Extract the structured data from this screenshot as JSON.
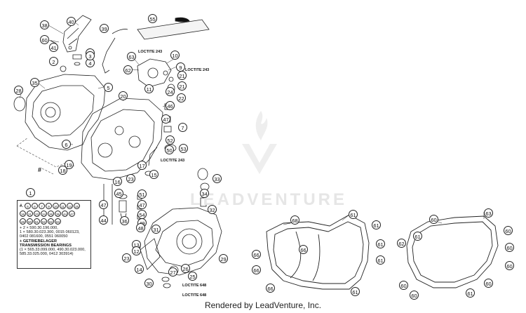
{
  "callouts": {
    "c39": "39",
    "c40": "40",
    "c60a": "60",
    "c41": "41",
    "c38": "38",
    "c55": "55",
    "c37": "37",
    "c3": "3",
    "c4": "4",
    "c2": "2",
    "c63": "63",
    "c10": "10",
    "c62": "62",
    "c9": "9",
    "c11": "11",
    "c24": "24",
    "c21": "21",
    "c28": "28",
    "c35": "35",
    "c5": "5",
    "c20": "20",
    "c22": "22",
    "c46": "46",
    "c47a": "47",
    "c7a": "7",
    "c50": "50",
    "c53": "53",
    "c6": "6",
    "c16": "16",
    "c19": "19",
    "c18": "18",
    "c17": "17",
    "c15": "15",
    "c23": "23",
    "c1": "1",
    "c33": "33",
    "c34": "34",
    "c32": "32",
    "c45": "45",
    "c51": "51",
    "c47b": "47",
    "c54": "54",
    "c44": "44",
    "c49": "49",
    "c48": "48",
    "c36": "36",
    "c31": "31",
    "c13": "13",
    "c12": "12",
    "c23b": "23",
    "c14": "14",
    "c27": "27",
    "c26": "26",
    "c25": "25",
    "c29": "29",
    "c30": "30",
    "c52": "52",
    "c68": "68",
    "c61a": "61",
    "c61b": "61",
    "c66a": "66",
    "c66b": "66",
    "c61c": "61",
    "c66c": "66",
    "c61d": "61",
    "c66d": "66",
    "c61e": "61",
    "c60b": "60",
    "c63b": "63",
    "c61f": "61",
    "c60c": "60",
    "c62b": "62",
    "c60d": "60",
    "c60e": "60",
    "c60f": "60",
    "c60g": "60",
    "c61g": "61",
    "c60h": "60"
  },
  "loctite": {
    "l1": "LOCTITE 243",
    "l2": "LOCTITE 243",
    "l3": "LOCTITE 243",
    "l4": "LOCTITE 648",
    "l5": "LOCTITE 648"
  },
  "legend": {
    "key": "1",
    "hash_prefix": "#.",
    "rows": [
      [
        "5",
        "6",
        "7",
        "9",
        "10",
        "11",
        "13",
        "15"
      ],
      [
        "16",
        "21",
        "23",
        "24",
        "26",
        "35",
        "44",
        "47"
      ],
      [
        "48",
        "50",
        "51",
        "52",
        "62",
        "63"
      ]
    ],
    "plus_lines": [
      "+ 2 × 590.30.196.000,",
      "1 × 580.30.023.300, 0015 060123,",
      "0402 081600, 0551 060050",
      "+ GETRIEBELAGER",
      "TRANSMISSION BEARINGS",
      "(1 × 565.33.099.000, 490.30.023.000,",
      "585.33.025.000, 0412 303914)"
    ]
  },
  "hash_marks": {
    "h1": "#",
    "h2": "#"
  },
  "watermark": "LEADVENTURE",
  "footer": "Rendered by LeadVenture, Inc.",
  "colors": {
    "line": "#222222",
    "watermark": "#e6e6e6",
    "background": "#ffffff"
  }
}
